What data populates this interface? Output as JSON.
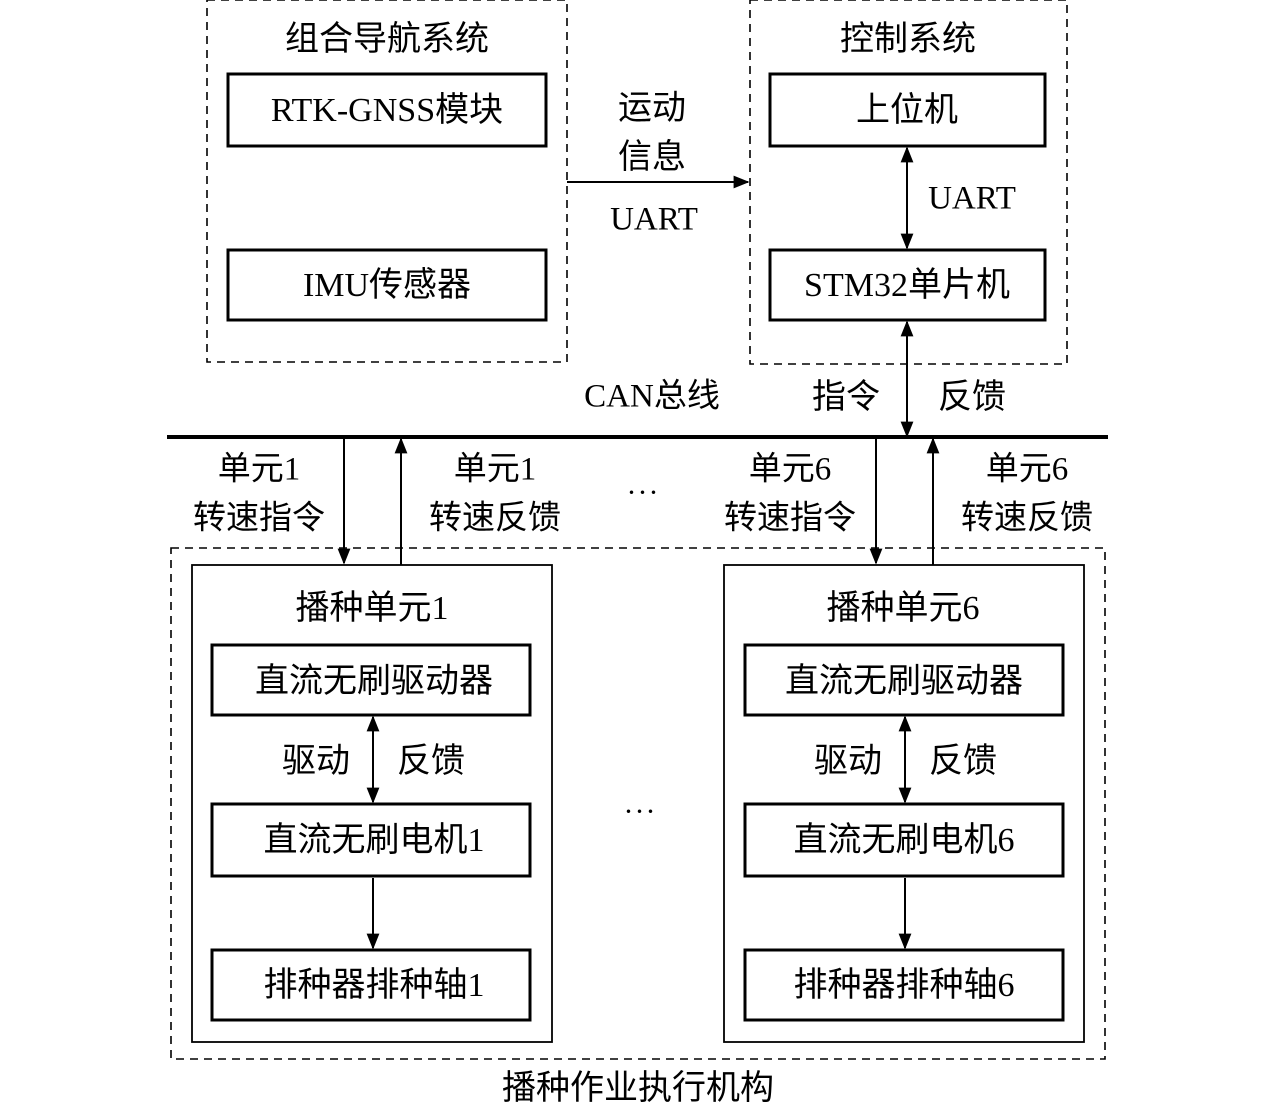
{
  "nav_system": {
    "title": "组合导航系统",
    "rtk_module": "RTK-GNSS模块",
    "imu_sensor": "IMU传感器"
  },
  "control_system": {
    "title": "控制系统",
    "host_pc": "上位机",
    "mcu": "STM32单片机",
    "uart_label": "UART"
  },
  "link_nav_control": {
    "line1": "运动",
    "line2": "信息",
    "protocol": "UART"
  },
  "can_bus": {
    "label": "CAN总线",
    "command": "指令",
    "feedback": "反馈"
  },
  "unit_signals": {
    "u1_cmd_line1": "单元1",
    "u1_cmd_line2": "转速指令",
    "u1_fb_line1": "单元1",
    "u1_fb_line2": "转速反馈",
    "u6_cmd_line1": "单元6",
    "u6_cmd_line2": "转速指令",
    "u6_fb_line1": "单元6",
    "u6_fb_line2": "转速反馈",
    "ellipsis": "···"
  },
  "seeding_units": [
    {
      "title": "播种单元1",
      "driver": "直流无刷驱动器",
      "drive": "驱动",
      "feedback": "反馈",
      "motor": "直流无刷电机1",
      "shaft": "排种器排种轴1"
    },
    {
      "title": "播种单元6",
      "driver": "直流无刷驱动器",
      "drive": "驱动",
      "feedback": "反馈",
      "motor": "直流无刷电机6",
      "shaft": "排种器排种轴6"
    }
  ],
  "units_ellipsis": "···",
  "executor": {
    "title": "播种作业执行机构"
  }
}
